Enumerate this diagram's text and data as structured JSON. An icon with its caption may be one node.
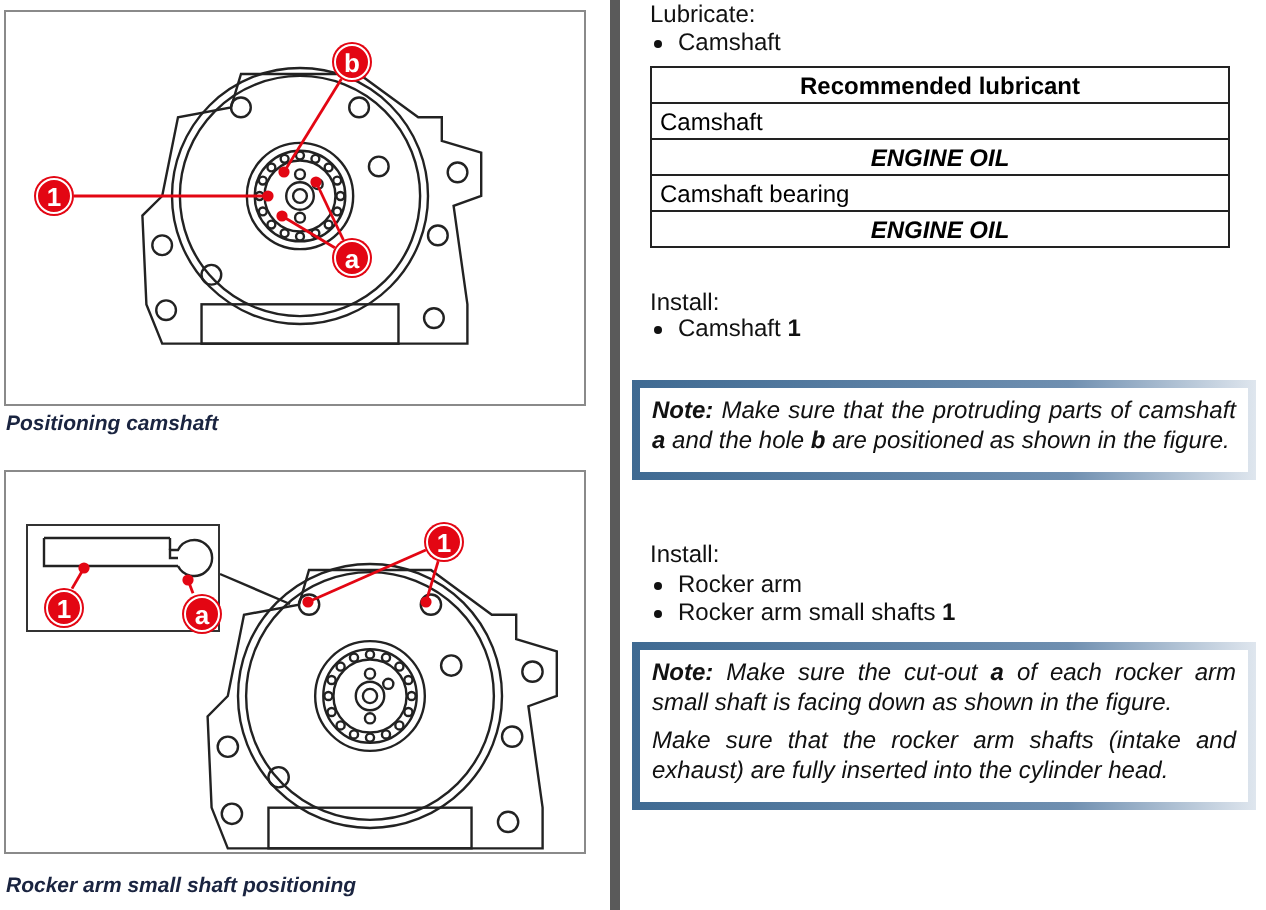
{
  "diagram": {
    "nodes": [
      {
        "text": [
          "1"
        ]
      },
      {
        "text": [
          "b"
        ]
      },
      {
        "text": [
          "a"
        ]
      },
      {
        "text": [],
        "shape": "box"
      },
      {
        "text": [
          "1"
        ],
        "in": 3
      },
      {
        "text": [
          "a"
        ],
        "in": 3
      },
      {
        "text": [
          "1"
        ]
      },
      {
        "text": [],
        "shape": "picture",
        "in": 3
      }
    ],
    "edges": [
      {
        "from": 0,
        "to": null,
        "arrow": "other"
      },
      {
        "from": 1,
        "to": null,
        "arrow": "other"
      },
      {
        "from": 2,
        "to": null,
        "arrow": "other"
      },
      {
        "from": 2,
        "to": null,
        "arrow": "other"
      },
      {
        "from": 4,
        "to": 7,
        "arrow": "other"
      },
      {
        "from": 5,
        "to": 7,
        "arrow": "other"
      },
      {
        "from": 6,
        "to": null,
        "arrow": "other"
      },
      {
        "from": 6,
        "to": null,
        "arrow": "other"
      }
    ],
    "labels": [
      "Positioning camshaft",
      "Rocker arm small shaft positioning",
      "Lubricate:",
      "Camshaft",
      "Recommended lubricant",
      "Camshaft",
      "ENGINE OIL",
      "Camshaft bearing",
      "ENGINE OIL",
      "Install:",
      "Camshaft **1**",
      "**Note:** Make sure that the protruding parts of camshaft **a** and the hole **b** are positioned as shown in the figure.",
      "Install:",
      "Rocker arm",
      "Rocker arm small shafts **1**",
      "**Note:** Make sure the cut-out **a** of each rocker arm small shaft is facing down as shown in the figure.",
      "Make sure that the rocker arm shafts (intake and exhaust) are fully inserted into the cylinder head."
    ]
  }
}
